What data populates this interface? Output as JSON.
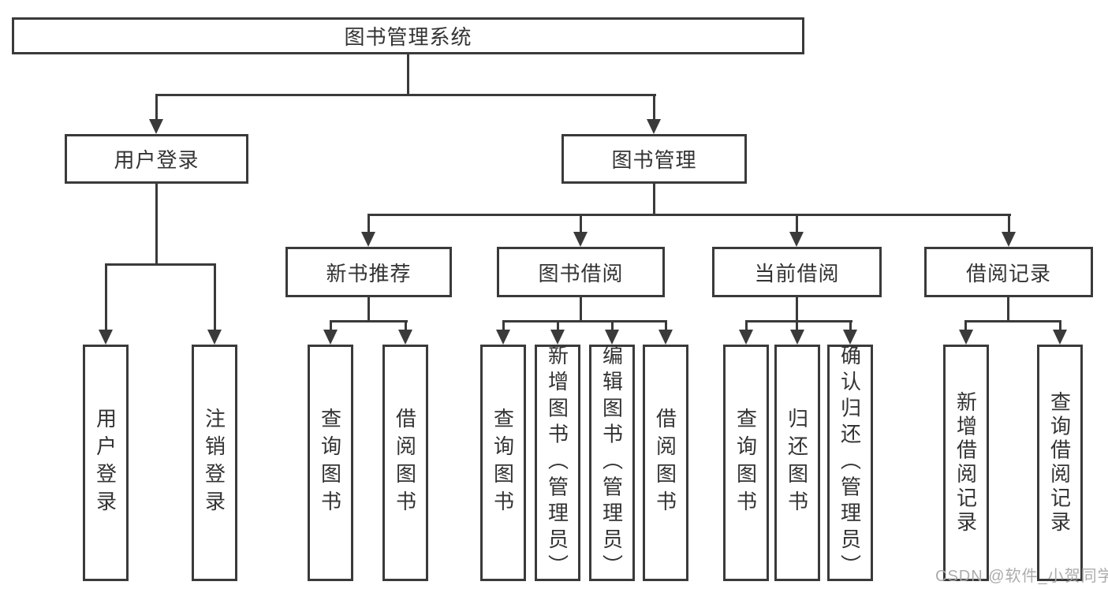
{
  "diagram": {
    "root": {
      "label": "图书管理系统"
    },
    "branches": [
      {
        "label": "用户登录",
        "children": [
          {
            "label": "用户登录"
          },
          {
            "label": "注销登录"
          }
        ]
      },
      {
        "label": "图书管理",
        "groups": [
          {
            "label": "新书推荐",
            "children": [
              {
                "label": "查询图书"
              },
              {
                "label": "借阅图书"
              }
            ]
          },
          {
            "label": "图书借阅",
            "children": [
              {
                "label": "查询图书"
              },
              {
                "label": "新增图书（管理员）"
              },
              {
                "label": "编辑图书（管理员）"
              },
              {
                "label": "借阅图书"
              }
            ]
          },
          {
            "label": "当前借阅",
            "children": [
              {
                "label": "查询图书"
              },
              {
                "label": "归还图书"
              },
              {
                "label": "确认归还（管理员）"
              }
            ]
          },
          {
            "label": "借阅记录",
            "children": [
              {
                "label": "新增借阅记录"
              },
              {
                "label": "查询借阅记录"
              }
            ]
          }
        ]
      }
    ]
  },
  "watermark": {
    "text": "CSDN @软件_小贺同学"
  },
  "colors": {
    "line": "#3a3a3a",
    "text": "#333333",
    "background": "#ffffff",
    "watermark": "#a8a8a8"
  }
}
